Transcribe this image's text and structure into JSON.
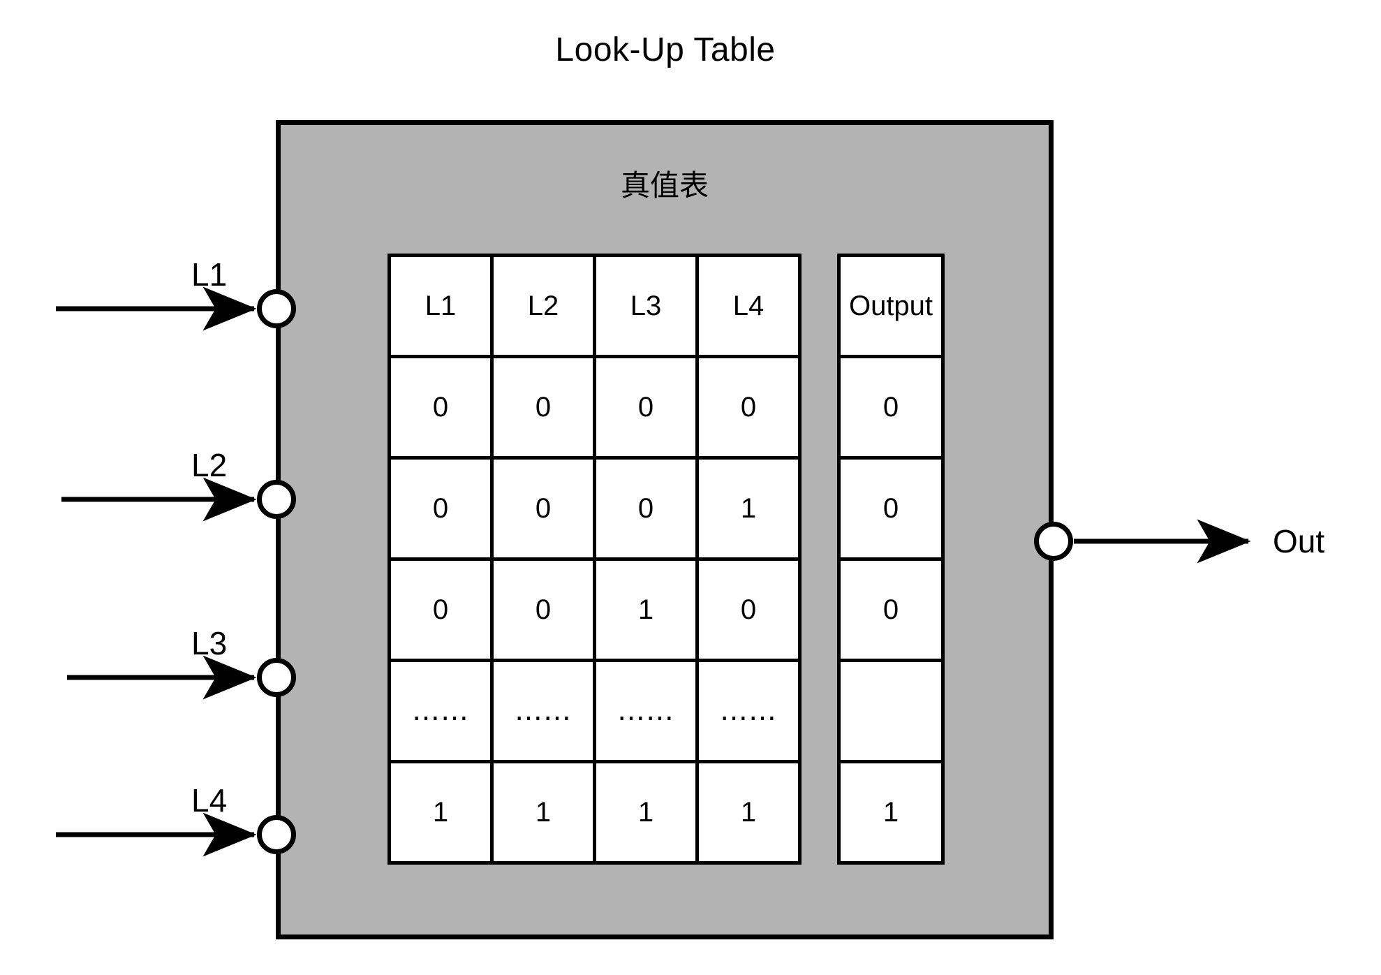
{
  "title": "Look-Up Table",
  "block": {
    "subtitle": "真值表",
    "fill_color": "#b3b3b3",
    "border_color": "#000000"
  },
  "inputs": [
    {
      "label": "L1",
      "port_name": "input-port-l1"
    },
    {
      "label": "L2",
      "port_name": "input-port-l2"
    },
    {
      "label": "L3",
      "port_name": "input-port-l3"
    },
    {
      "label": "L4",
      "port_name": "input-port-l4"
    }
  ],
  "output": {
    "label": "Out",
    "port_name": "output-port-out"
  },
  "chart_data": {
    "type": "table",
    "title": "真值表",
    "input_headers": [
      "L1",
      "L2",
      "L3",
      "L4"
    ],
    "output_header": "Output",
    "rows": [
      {
        "inputs": [
          "0",
          "0",
          "0",
          "0"
        ],
        "output": "0"
      },
      {
        "inputs": [
          "0",
          "0",
          "0",
          "1"
        ],
        "output": "0"
      },
      {
        "inputs": [
          "0",
          "0",
          "1",
          "0"
        ],
        "output": "0"
      },
      {
        "inputs": [
          "……",
          "……",
          "……",
          "……"
        ],
        "output": ""
      },
      {
        "inputs": [
          "1",
          "1",
          "1",
          "1"
        ],
        "output": "1"
      }
    ]
  }
}
